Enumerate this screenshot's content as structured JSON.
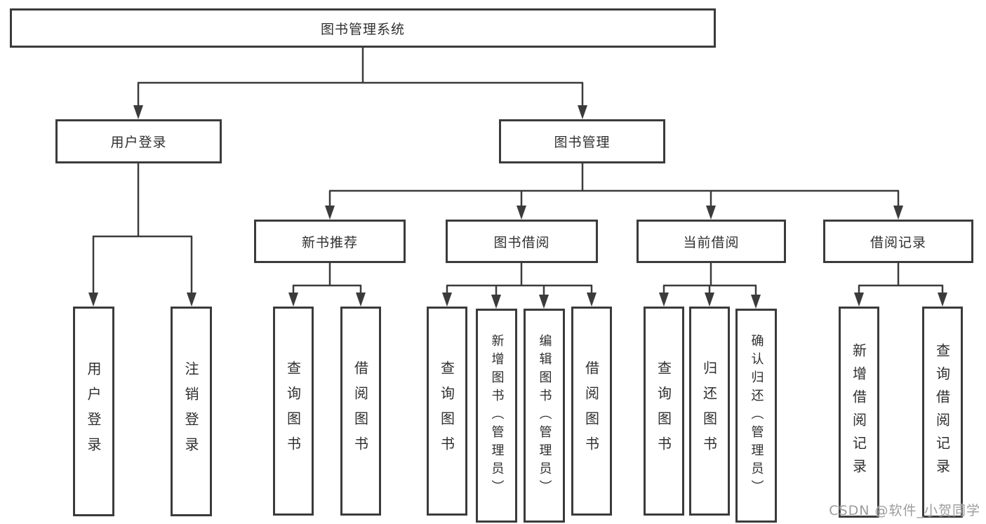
{
  "diagram": {
    "root_label": "图书管理系统",
    "branches": {
      "user_login": {
        "label": "用户登录",
        "children": [
          "用户登录",
          "注销登录"
        ]
      },
      "book_management": {
        "label": "图书管理",
        "sections": [
          {
            "label": "新书推荐",
            "children": [
              "查询图书",
              "借阅图书"
            ]
          },
          {
            "label": "图书借阅",
            "children": [
              "查询图书",
              "新增图书（管理员）",
              "编辑图书（管理员）",
              "借阅图书"
            ]
          },
          {
            "label": "当前借阅",
            "children": [
              "查询图书",
              "归还图书",
              "确认归还（管理员）"
            ]
          },
          {
            "label": "借阅记录",
            "children": [
              "新增借阅记录",
              "查询借阅记录"
            ]
          }
        ]
      }
    }
  },
  "watermark": {
    "text": "CSDN @软件_小贺同学"
  },
  "colors": {
    "line": "#3b3b3b",
    "text": "#2f2f2f",
    "watermark": "#9c9c9c",
    "background": "#ffffff"
  }
}
